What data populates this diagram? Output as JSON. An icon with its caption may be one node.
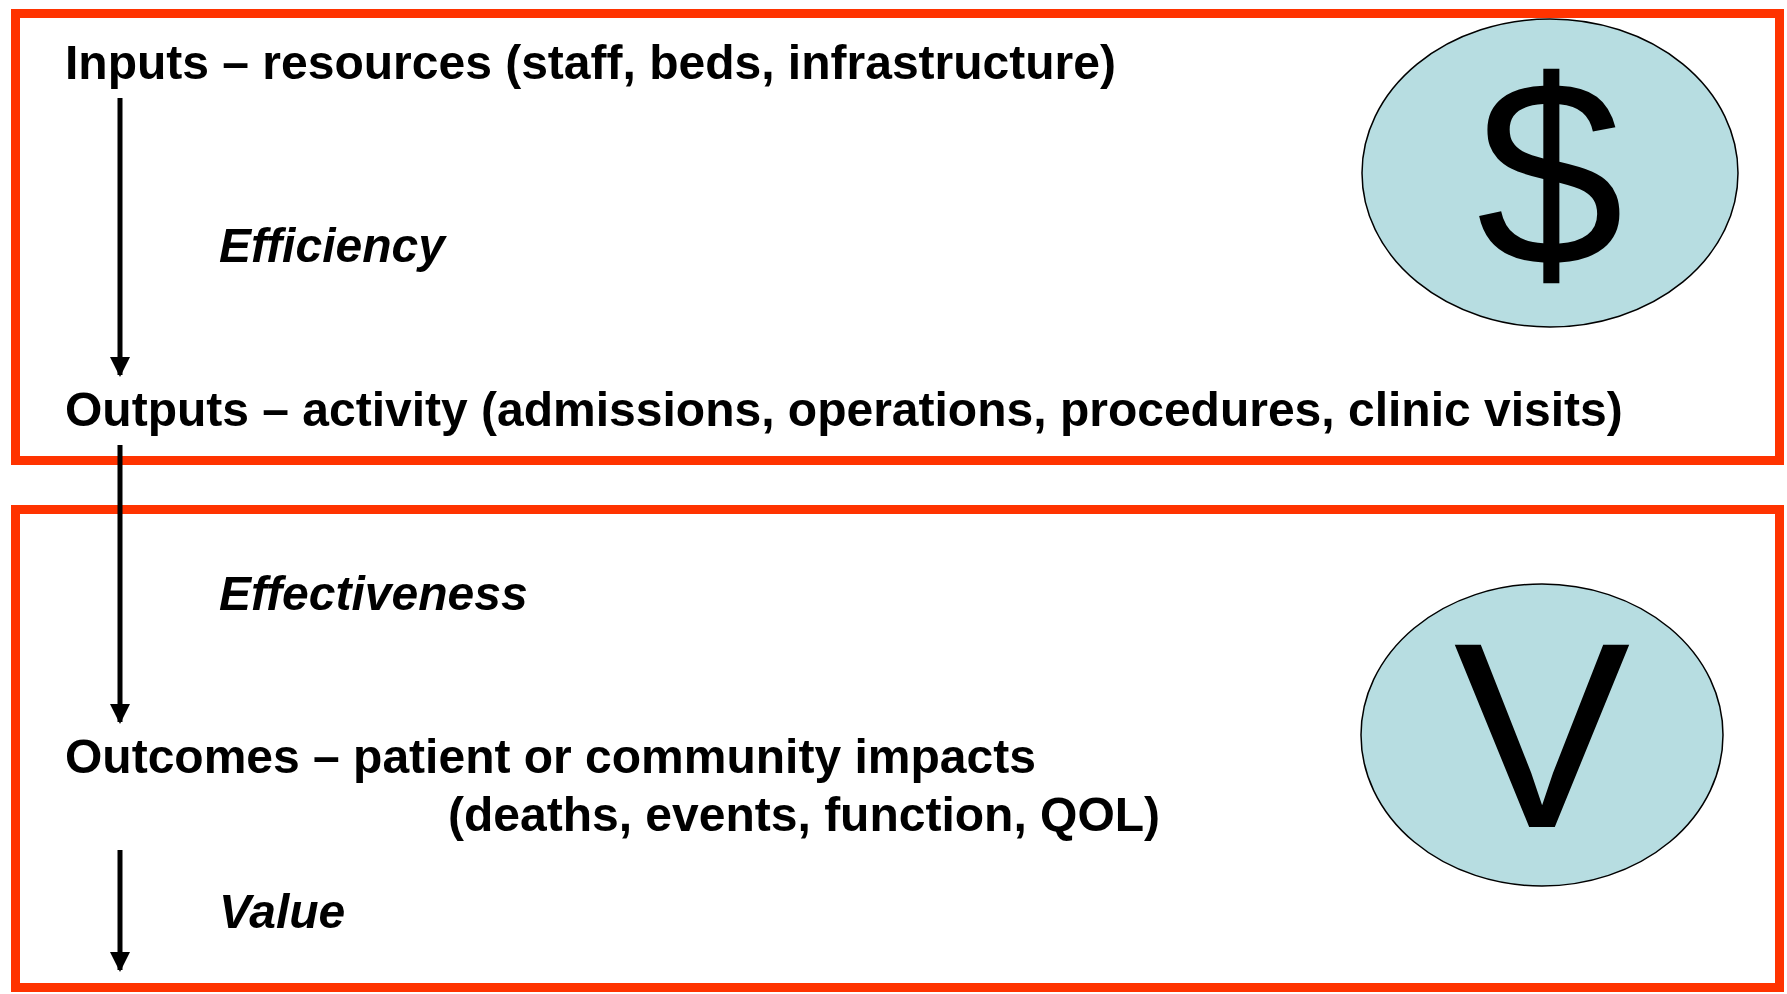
{
  "diagram": {
    "nodes": [
      {
        "text": [],
        "shape": "box"
      },
      {
        "text": [
          "Inputs – resources (staff, beds, infrastructure)"
        ],
        "in": 0
      },
      {
        "text": [
          "Outputs – activity (admissions, operations, procedures, clinic visits)"
        ],
        "in": 0
      },
      {
        "text": [
          "$"
        ],
        "in": 0
      },
      {
        "text": [],
        "shape": "box"
      },
      {
        "text": [
          "Outcomes – patient or community impacts (deaths, events, function, QOL)"
        ],
        "in": 4
      },
      {
        "text": [
          "V"
        ],
        "in": 4
      }
    ],
    "edges": [
      {
        "from": 1,
        "to": 2,
        "arrow": "to",
        "label": "Efficiency"
      },
      {
        "from": 2,
        "to": 5,
        "arrow": "to",
        "label": "Effectiveness"
      },
      {
        "from": 5,
        "to": null,
        "arrow": "to",
        "label": "Value"
      }
    ]
  }
}
